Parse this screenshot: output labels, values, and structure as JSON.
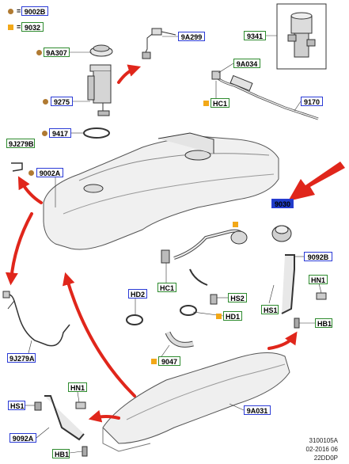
{
  "legend": {
    "item1": "9002B",
    "item2": "9032"
  },
  "labels": {
    "9A307": "9A307",
    "9275": "9275",
    "9417": "9417",
    "9J279B": "9J279B",
    "9002A": "9002A",
    "9A299": "9A299",
    "9A034": "9A034",
    "HC1_top": "HC1",
    "9170": "9170",
    "9341": "9341",
    "9030": "9030",
    "9092B": "9092B",
    "HN1_right": "HN1",
    "HS1_right": "HS1",
    "HB1_right": "HB1",
    "HD2": "HD2",
    "HC1_mid": "HC1",
    "HS2": "HS2",
    "HD1": "HD1",
    "9047": "9047",
    "9J279A": "9J279A",
    "HN1_bottom": "HN1",
    "HS1_bottom": "HS1",
    "9092A": "9092A",
    "HB1_bottom": "HB1",
    "9A031": "9A031"
  },
  "footer": {
    "code": "3100105A",
    "date": "02-2016 06",
    "ref": "22DD0P"
  },
  "colors": {
    "arrow": "#e0261b",
    "blue_border": "#2b3bd6",
    "green_border": "#2e8b2e",
    "dot": "#b07a32",
    "square": "#f2a818"
  }
}
